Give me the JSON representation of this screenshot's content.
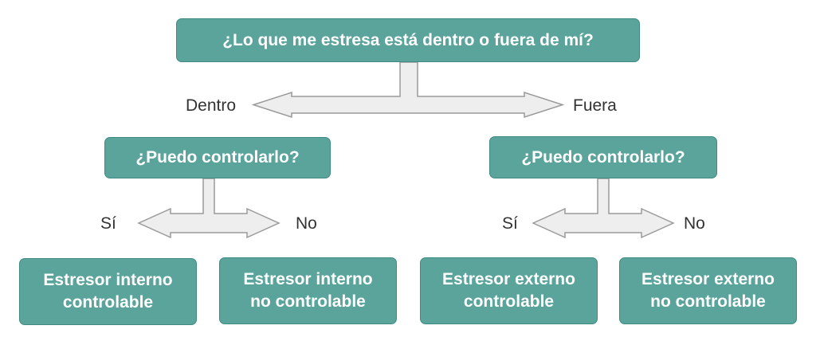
{
  "diagram": {
    "root": {
      "question": "¿Lo que me estresa está dentro o fuera de mí?"
    },
    "branch_labels": {
      "inside": "Dentro",
      "outside": "Fuera"
    },
    "left": {
      "question": "¿Puedo controlarlo?",
      "yes_label": "Sí",
      "no_label": "No",
      "yes_result": {
        "line1": "Estresor interno",
        "line2": "controlable"
      },
      "no_result": {
        "line1": "Estresor interno",
        "line2": "no controlable"
      }
    },
    "right": {
      "question": "¿Puedo controlarlo?",
      "yes_label": "Sí",
      "no_label": "No",
      "yes_result": {
        "line1": "Estresor externo",
        "line2": "controlable"
      },
      "no_result": {
        "line1": "Estresor externo",
        "line2": "no controlable"
      }
    }
  },
  "colors": {
    "box_fill": "#5aa49b",
    "box_border": "#3f8b82",
    "box_text": "#ffffff",
    "arrow_fill": "#eeeeee",
    "arrow_stroke": "#9a9a9a",
    "label_text": "#333333"
  }
}
